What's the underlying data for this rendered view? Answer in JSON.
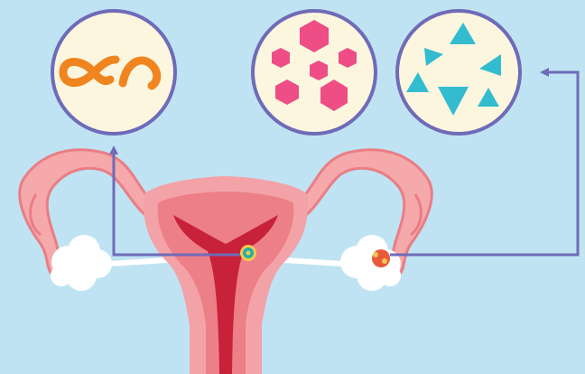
{
  "colors": {
    "background": "#bfe3f3",
    "circle_fill": "#fdf6df",
    "circle_stroke": "#6f6bb8",
    "connector": "#6f6bb8",
    "infinity_symbol": "#f0841f",
    "hexagon": "#ee4d86",
    "triangle": "#33bcd0",
    "uterus_outer": "#f3a3a7",
    "uterus_mid": "#ec7f88",
    "uterus_inner": "#c8213a",
    "fallopian_tube": "#f6a9aa",
    "fallopian_tube_edge": "#ea7d85",
    "ovary": "#ffffff",
    "embryo": "#1fb0a6",
    "embryo_ring": "#f6c84d",
    "cell_cluster": "#e85a3c"
  },
  "diagram": {
    "type": "anatomy-illustration",
    "subject": "uterus-with-ovaries-and-fallopian-tubes",
    "circles": [
      {
        "name": "infinity-circle",
        "content": "infinity-symbol-icon"
      },
      {
        "name": "hexagon-circle",
        "content": "hexagon-icon",
        "count": 6
      },
      {
        "name": "triangle-circle",
        "content": "triangle-icon",
        "count": 6
      }
    ],
    "markers": [
      {
        "name": "embryo-marker",
        "location": "uterine-cavity",
        "connects_to": "infinity-circle"
      },
      {
        "name": "ovary-cell-marker",
        "location": "right-ovary",
        "connects_to": "triangle-circle"
      }
    ]
  }
}
